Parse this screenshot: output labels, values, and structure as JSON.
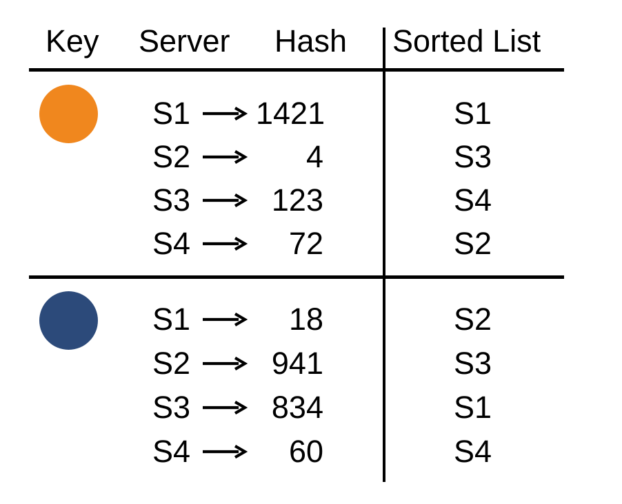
{
  "figure": {
    "headers": {
      "key": "Key",
      "server": "Server",
      "hash": "Hash",
      "sorted_list": "Sorted List"
    },
    "colors": {
      "line": "#000000",
      "text": "#000000"
    },
    "groups": [
      {
        "key_color": "#F0871E",
        "mappings": [
          {
            "server": "S1",
            "hash": "1421"
          },
          {
            "server": "S2",
            "hash": "4"
          },
          {
            "server": "S3",
            "hash": "123"
          },
          {
            "server": "S4",
            "hash": "72"
          }
        ],
        "sorted_list": [
          "S1",
          "S3",
          "S4",
          "S2"
        ]
      },
      {
        "key_color": "#2C4A7A",
        "mappings": [
          {
            "server": "S1",
            "hash": "18"
          },
          {
            "server": "S2",
            "hash": "941"
          },
          {
            "server": "S3",
            "hash": "834"
          },
          {
            "server": "S4",
            "hash": "60"
          }
        ],
        "sorted_list": [
          "S2",
          "S3",
          "S1",
          "S4"
        ]
      }
    ]
  }
}
